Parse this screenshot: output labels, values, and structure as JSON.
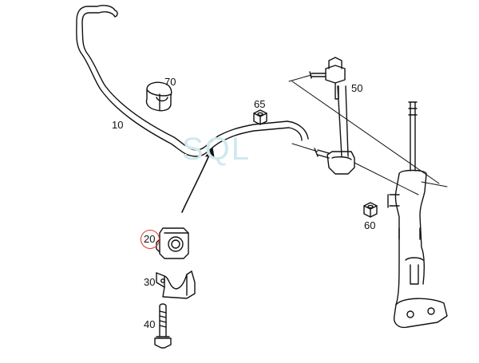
{
  "diagram": {
    "watermark": "SQL",
    "highlight_color": "#e0342c",
    "watermark_color": "#cfe9ee",
    "parts": [
      {
        "id": "10",
        "name": "stabilizer-bar"
      },
      {
        "id": "20",
        "name": "stabilizer-bushing",
        "highlighted": true
      },
      {
        "id": "30",
        "name": "bushing-clamp"
      },
      {
        "id": "40",
        "name": "clamp-bolt"
      },
      {
        "id": "50",
        "name": "stabilizer-link"
      },
      {
        "id": "60",
        "name": "nut"
      },
      {
        "id": "65",
        "name": "nut"
      },
      {
        "id": "70",
        "name": "rubber-bushing"
      }
    ]
  }
}
